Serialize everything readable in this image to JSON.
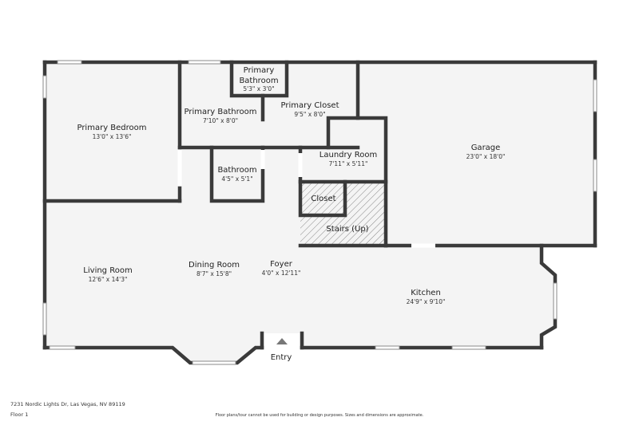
{
  "rooms": {
    "primary_bedroom": {
      "name": "Primary Bedroom",
      "dims": "13'0\" x 13'6\""
    },
    "primary_bathroom_small": {
      "name_line1": "Primary",
      "name_line2": "Bathroom",
      "dims": "5'3\" x 3'0\""
    },
    "primary_bathroom": {
      "name": "Primary Bathroom",
      "dims": "7'10\" x 8'0\""
    },
    "primary_closet": {
      "name": "Primary Closet",
      "dims": "9'5\" x 8'0\""
    },
    "bathroom": {
      "name": "Bathroom",
      "dims": "4'5\" x 5'1\""
    },
    "laundry_room": {
      "name": "Laundry Room",
      "dims": "7'11\" x 5'11\""
    },
    "closet": {
      "name": "Closet"
    },
    "stairs": {
      "name": "Stairs (Up)"
    },
    "garage": {
      "name": "Garage",
      "dims": "23'0\" x 18'0\""
    },
    "living_room": {
      "name": "Living Room",
      "dims": "12'6\" x 14'3\""
    },
    "dining_room": {
      "name": "Dining Room",
      "dims": "8'7\" x 15'8\""
    },
    "foyer": {
      "name": "Foyer",
      "dims": "4'0\" x 12'11\""
    },
    "kitchen": {
      "name": "Kitchen",
      "dims": "24'9\" x 9'10\""
    },
    "entry": {
      "name": "Entry"
    }
  },
  "footer": {
    "address": "7231 Nordic Lights Dr, Las Vegas, NV 89119",
    "floor": "Floor 1",
    "disclaimer": "Floor plans/tour cannot be used for building or design purposes. Sizes and dimensions are approximate."
  },
  "colors": {
    "wall": "#3a3a3a",
    "floor": "#f4f4f4",
    "stairs_hatch": "#888888"
  }
}
